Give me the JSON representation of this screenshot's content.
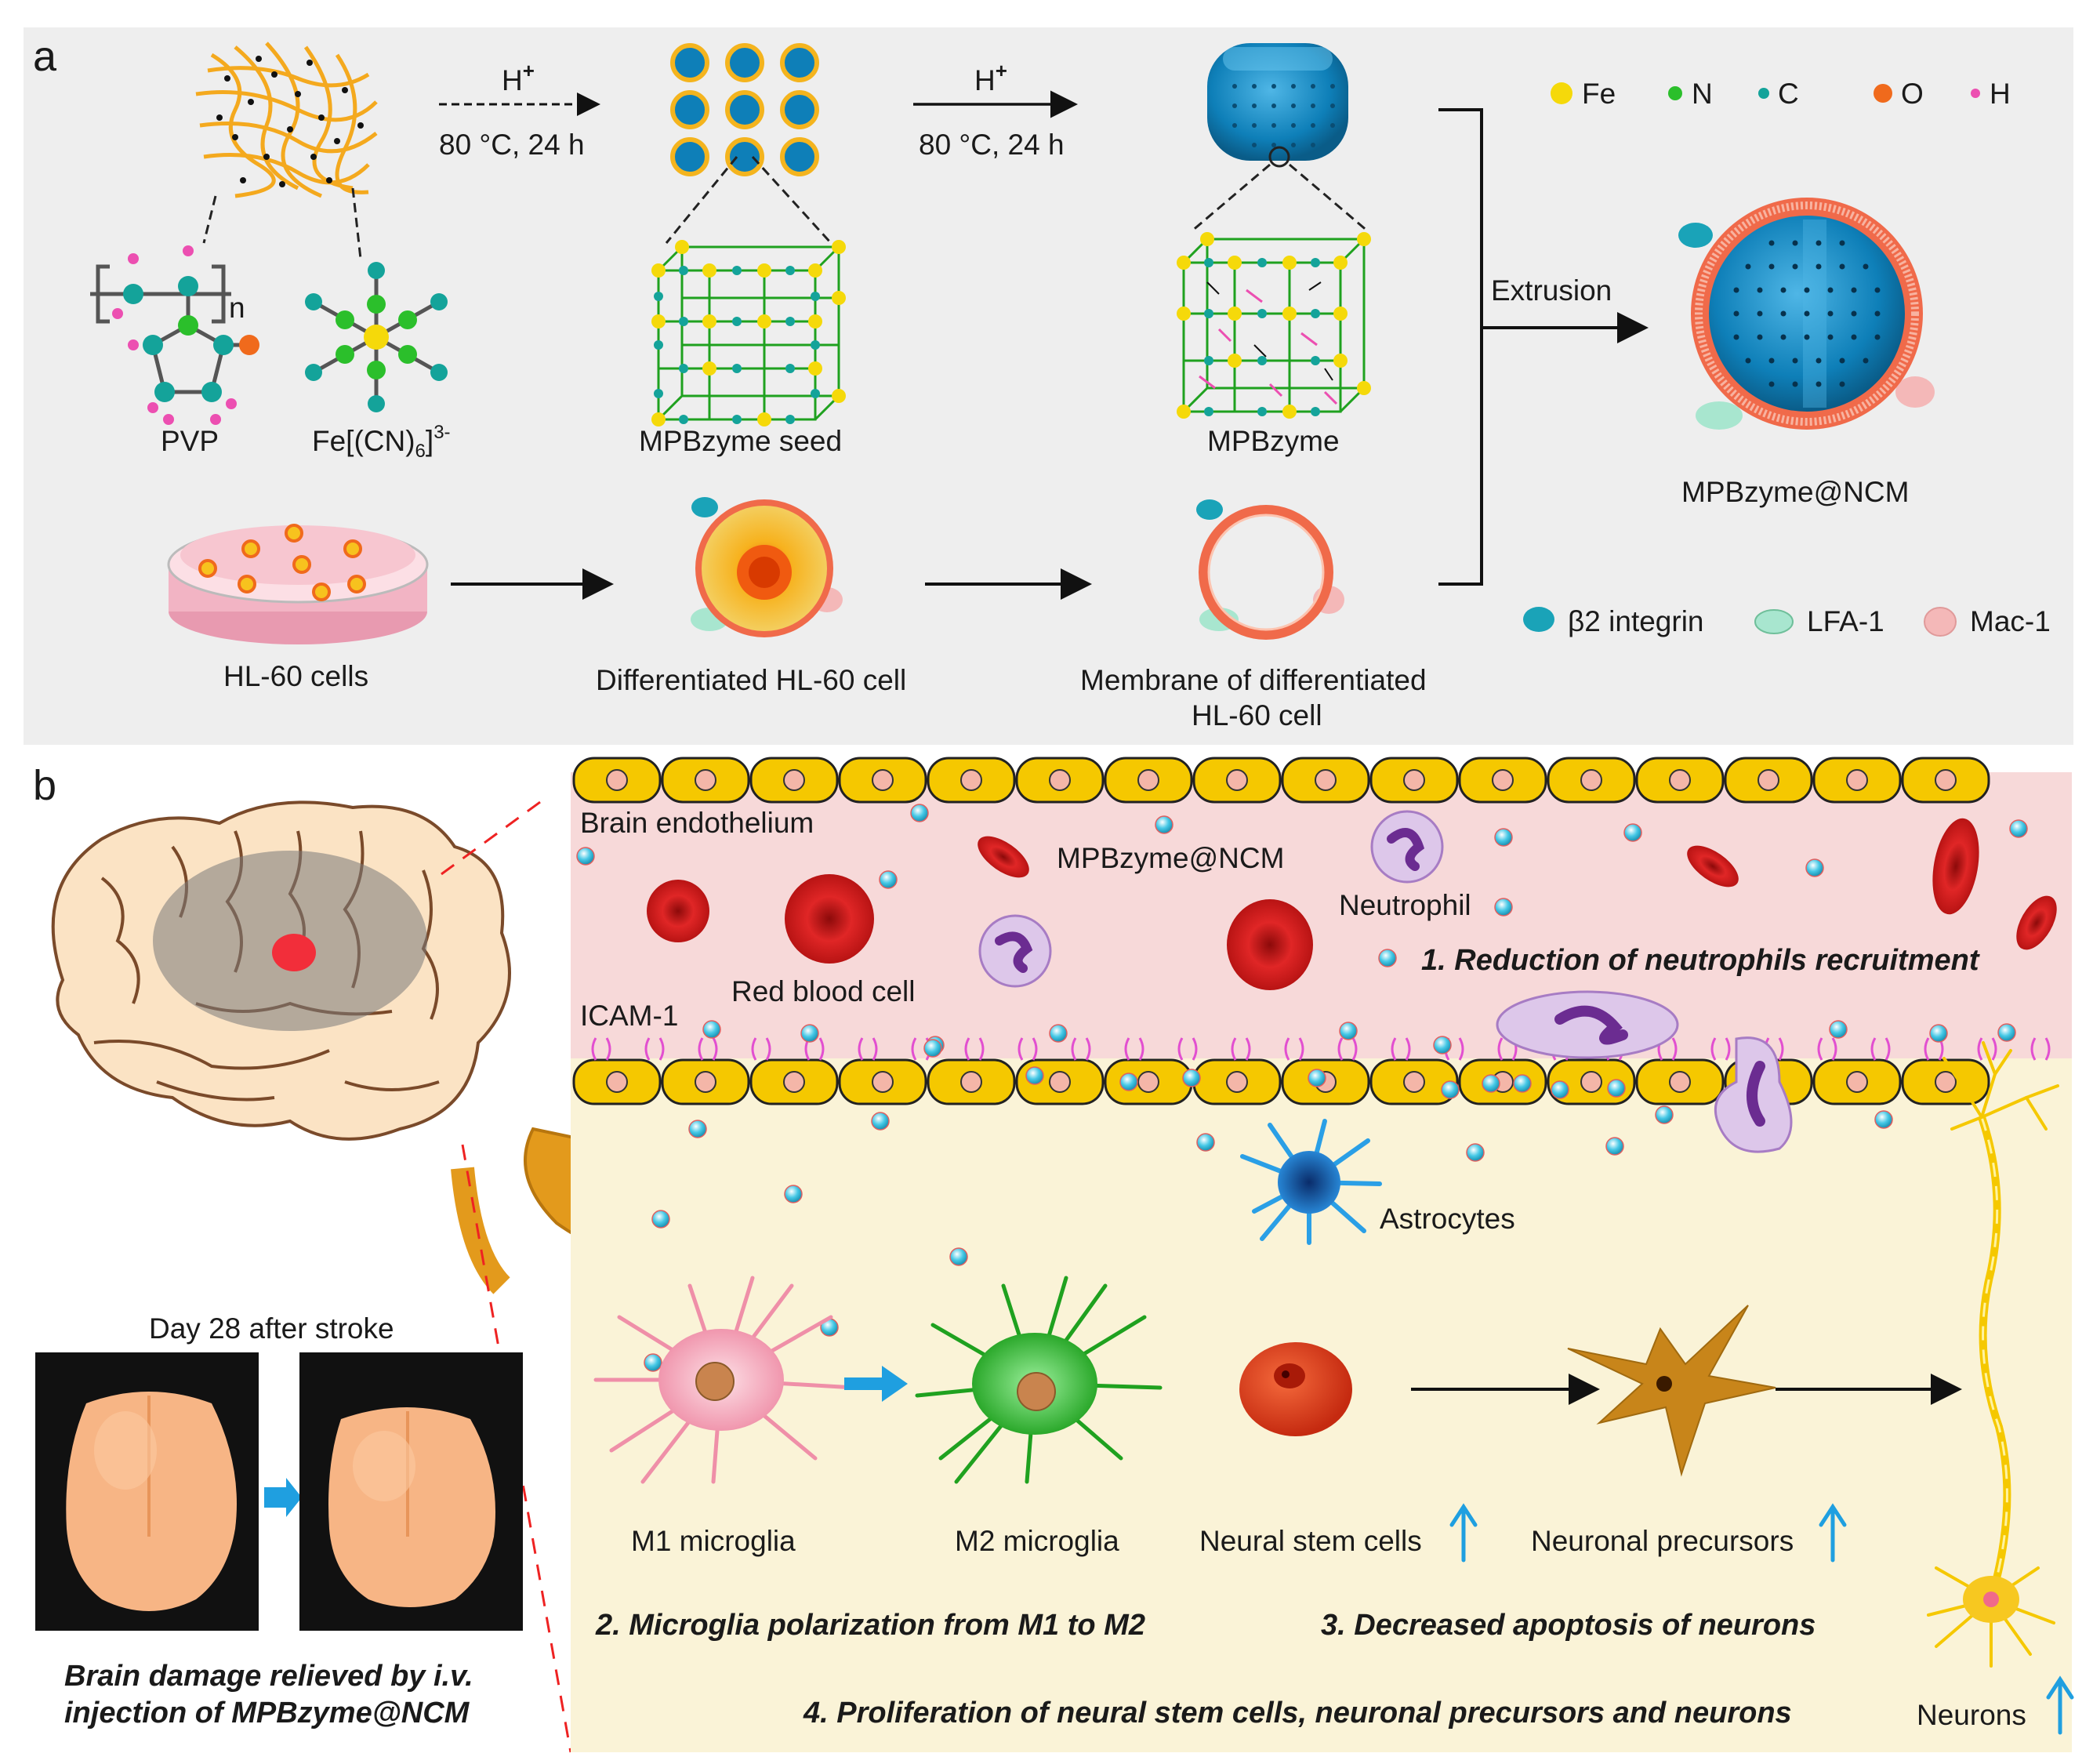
{
  "panel_a": {
    "letter": "a",
    "conditions": {
      "h_plus": "H",
      "h_plus_sup": "+",
      "temp_time": "80 °C, 24 h"
    },
    "labels": {
      "pvp": "PVP",
      "ferricyanide": "Fe[(CN)",
      "ferricyanide_sub": "6",
      "ferricyanide_close": "]",
      "ferricyanide_sup": "3-",
      "repeat_n": "n",
      "seed": "MPBzyme seed",
      "mpbzyme": "MPBzyme",
      "extrusion": "Extrusion",
      "product": "MPBzyme@NCM",
      "hl60": "HL-60 cells",
      "diff_cell": "Differentiated HL-60 cell",
      "membrane_1": "Membrane of differentiated",
      "membrane_2": "HL-60 cell"
    },
    "atom_legend": [
      {
        "symbol": "Fe",
        "color": "#f5d90a"
      },
      {
        "symbol": "N",
        "color": "#2bbf2b"
      },
      {
        "symbol": "C",
        "color": "#14a39a"
      },
      {
        "symbol": "O",
        "color": "#f06a1c"
      },
      {
        "symbol": "H",
        "color": "#ec4fb1"
      }
    ],
    "protein_legend": [
      {
        "name": "β2 integrin",
        "color": "#1aa3b8"
      },
      {
        "name": "LFA-1",
        "color": "#a8e6cf"
      },
      {
        "name": "Mac-1",
        "color": "#f4b8b8"
      }
    ]
  },
  "panel_b": {
    "letter": "b",
    "day_label": "Day 28 after stroke",
    "caption_1": "Brain damage relieved by i.v.",
    "caption_2": "injection of  MPBzyme@NCM",
    "labels": {
      "endothelium": "Brain endothelium",
      "mpbzyme_ncm": "MPBzyme@NCM",
      "neutrophil": "Neutrophil",
      "rbc": "Red blood cell",
      "icam": "ICAM-1",
      "astrocytes": "Astrocytes",
      "m1": "M1 microglia",
      "m2": "M2 microglia",
      "nsc": "Neural stem cells",
      "precursors": "Neuronal precursors",
      "neurons": "Neurons"
    },
    "effects": {
      "e1": "1. Reduction of neutrophils recruitment",
      "e2": "2. Microglia polarization from M1 to M2",
      "e3": "3. Decreased apoptosis of neurons",
      "e4": "4. Proliferation of neural stem cells, neuronal precursors and neurons"
    }
  },
  "colors": {
    "panel_bg": "#eeeeee",
    "vessel_bg": "#f7d9d9",
    "tissue_bg": "#faf3d7",
    "endothelial_cell": "#f5c800",
    "nucleus": "#f4b6a8",
    "nanoparticle": "#35c3e0",
    "rbc": "#d21a1a",
    "neutrophil": "#c9a2d9",
    "arrow_blue": "#1f9fe0",
    "pvp_chain": "#f4a91e",
    "mpb_blue": "#0e7fb8"
  }
}
